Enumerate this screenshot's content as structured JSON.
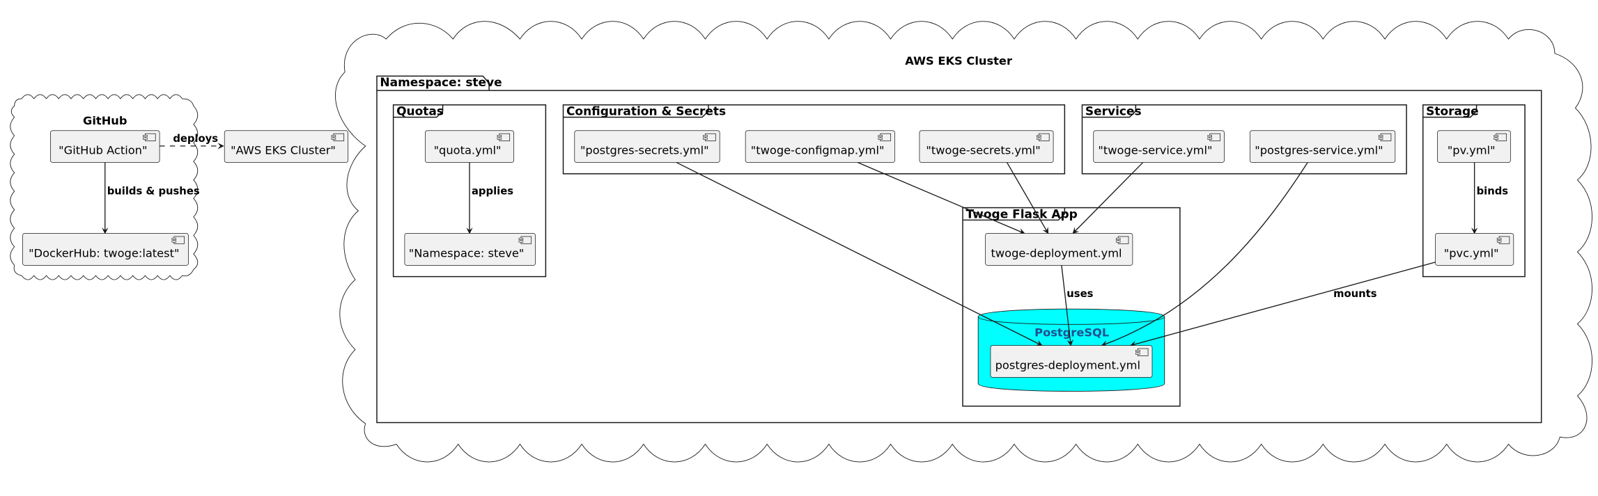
{
  "clouds": {
    "github": "GitHub",
    "aws": "AWS EKS Cluster"
  },
  "frames": {
    "namespace": "Namespace: steve",
    "quotas": "Quotas",
    "config": "Configuration & Secrets",
    "services": "Services",
    "storage": "Storage",
    "app": "Twoge Flask App"
  },
  "database": {
    "title": "PostgreSQL"
  },
  "components": {
    "github_action": "\"GitHub Action\"",
    "dockerhub": "\"DockerHub: twoge:latest\"",
    "aws_eks": "\"AWS EKS Cluster\"",
    "quota": "\"quota.yml\"",
    "namespace": "\"Namespace: steve\"",
    "postgres_secrets": "\"postgres-secrets.yml\"",
    "configmap": "\"twoge-configmap.yml\"",
    "twoge_secrets": "\"twoge-secrets.yml\"",
    "twoge_service": "\"twoge-service.yml\"",
    "postgres_service": "\"postgres-service.yml\"",
    "pv": "\"pv.yml\"",
    "pvc": "\"pvc.yml\"",
    "twoge_deployment": "twoge-deployment.yml",
    "postgres_deployment": "postgres-deployment.yml"
  },
  "edges": {
    "deploys": "deploys",
    "builds_pushes": "builds & pushes",
    "applies": "applies",
    "binds": "binds",
    "uses": "uses",
    "mounts": "mounts"
  }
}
